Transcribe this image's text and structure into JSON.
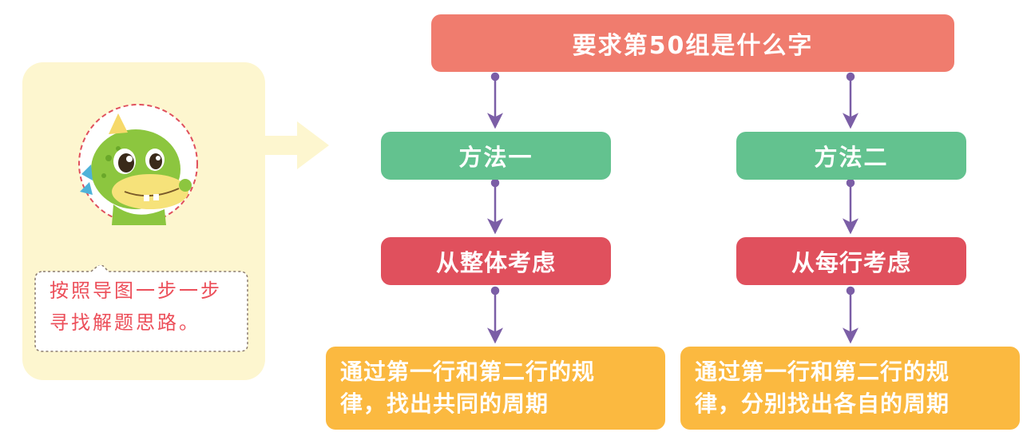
{
  "root": {
    "label": "要求第50组是什么字"
  },
  "methods": [
    {
      "label": "方法一"
    },
    {
      "label": "方法二"
    }
  ],
  "views": [
    {
      "label": "从整体考虑"
    },
    {
      "label": "从每行考虑"
    }
  ],
  "descriptions": [
    {
      "line1": "通过第一行和第二行的规",
      "line2": "律，找出共同的周期"
    },
    {
      "line1": "通过第一行和第二行的规",
      "line2": "律，分别找出各自的周期"
    }
  ],
  "tip": {
    "line1": "按照导图一步一步",
    "line2": "寻找解题思路。"
  },
  "colors": {
    "root": "#f07c6e",
    "method": "#63c28f",
    "view": "#e0505d",
    "description": "#fbb940",
    "connector": "#7b5ea6",
    "panel": "#fdf6cf",
    "tip_text": "#ec4f5a"
  }
}
